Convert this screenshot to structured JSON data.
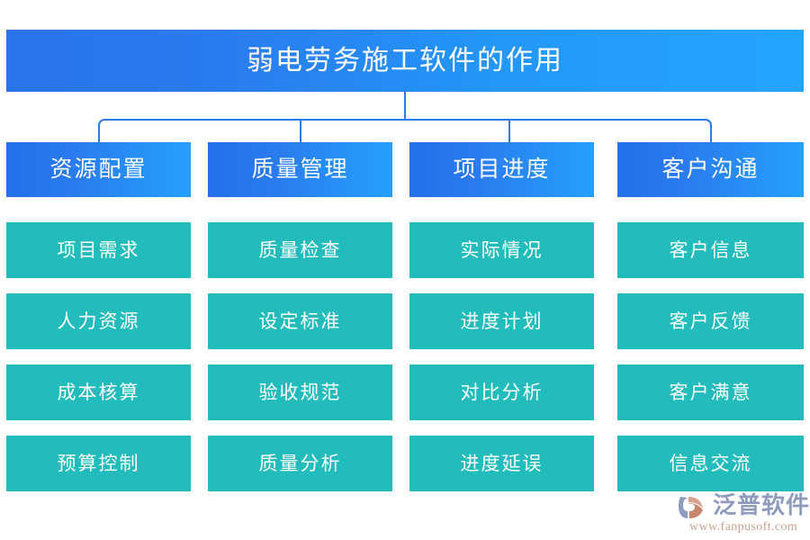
{
  "title": {
    "text": "弱电劳务施工软件的作用"
  },
  "colors": {
    "title_gradient_start": "#2a73ec",
    "title_gradient_end": "#23a5fe",
    "header_gradient_start": "#2370ea",
    "header_gradient_end": "#25a0fc",
    "cell_fill": "#22bcbd",
    "connector_line": "#2b7cf0",
    "logo_name": "#8d9bbd",
    "logo_url": "#c9a08b"
  },
  "columns": [
    {
      "header": "资源配置",
      "items": [
        "项目需求",
        "人力资源",
        "成本核算",
        "预算控制"
      ]
    },
    {
      "header": "质量管理",
      "items": [
        "质量检查",
        "设定标准",
        "验收规范",
        "质量分析"
      ]
    },
    {
      "header": "项目进度",
      "items": [
        "实际情况",
        "进度计划",
        "对比分析",
        "进度延误"
      ]
    },
    {
      "header": "客户沟通",
      "items": [
        "客户信息",
        "客户反馈",
        "客户满意",
        "信息交流"
      ]
    }
  ],
  "logo": {
    "name": "泛普软件",
    "url": "www.fanpusoft.com",
    "mark": "fanpu-logo-icon"
  },
  "layout": {
    "columns_x": [
      7,
      231,
      455,
      686
    ],
    "columns_w": [
      205,
      205,
      205,
      207
    ],
    "rows_y": [
      247,
      326,
      405,
      484
    ]
  }
}
